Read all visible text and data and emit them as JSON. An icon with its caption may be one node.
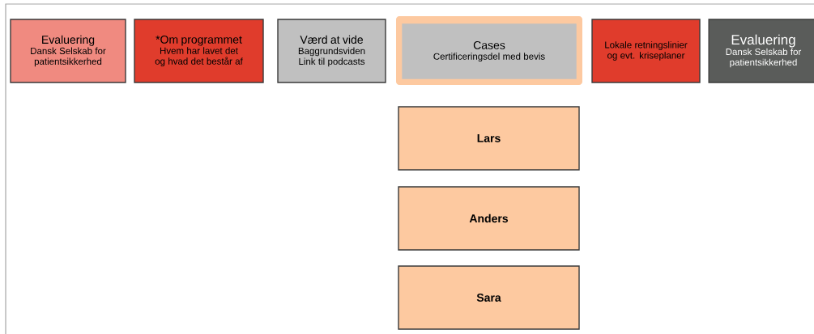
{
  "diagram": {
    "nodes": [
      {
        "text": [
          "Evaluering",
          "Dansk Selskab for patientsikkerhed"
        ]
      },
      {
        "text": [
          "*Om programmet",
          "Hvem har lavet det og hvad det består af"
        ]
      },
      {
        "text": [
          "Værd at vide",
          "Baggrundsviden Link til podcasts"
        ]
      },
      {
        "text": [
          "Cases",
          "Certificeringsdel med bevis"
        ]
      },
      {
        "text": [
          "Lokale retningslinier og evt. kriseplaner"
        ]
      },
      {
        "text": [
          "Evaluering",
          "Dansk Selskab for patientsikkerhed"
        ]
      },
      {
        "text": [
          "Lars"
        ]
      },
      {
        "text": [
          "Anders"
        ]
      },
      {
        "text": [
          "Sara"
        ]
      }
    ]
  }
}
